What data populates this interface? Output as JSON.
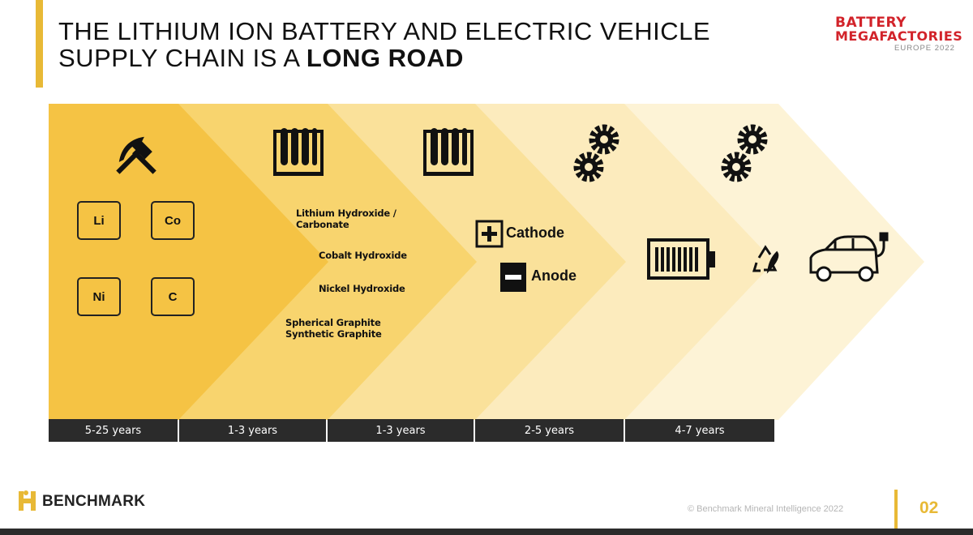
{
  "header": {
    "title_line1": "THE LITHIUM ION BATTERY AND ELECTRIC VEHICLE",
    "title_line2_prefix": "SUPPLY CHAIN IS A ",
    "title_line2_bold": "LONG ROAD"
  },
  "event_logo": {
    "line1": "BATTERY",
    "line2": "MEGAFACTORIES",
    "line3": "EUROPE 2022",
    "color": "#d2232a"
  },
  "colors": {
    "stage1": "#f5c344",
    "stage2": "#f8d46e",
    "stage3": "#fae19a",
    "stage4": "#fcebbd",
    "stage5": "#fdf3d6",
    "accent": "#e8b936",
    "dark": "#2b2b2b"
  },
  "stages": {
    "mining": {
      "icon": "hammer-pick-icon",
      "elements": [
        "Li",
        "Co",
        "Ni",
        "C"
      ]
    },
    "chemicals": {
      "icon": "test-tubes-icon",
      "items": {
        "lithium": "Lithium Hydroxide /",
        "lithium2": "Carbonate",
        "cobalt": "Cobalt Hydroxide",
        "nickel": "Nickel Hydroxide",
        "graphite1": "Spherical Graphite",
        "graphite2": "Synthetic Graphite"
      }
    },
    "components": {
      "icon": "test-tubes-icon",
      "cathode": "Cathode",
      "anode": "Anode"
    },
    "cells": {
      "icon": "gears-icon",
      "product": "battery-icon"
    },
    "vehicles": {
      "icon": "gears-icon",
      "recycle": "recycle-icon",
      "product": "electric-car-icon"
    }
  },
  "timeline": [
    "5-25 years",
    "1-3 years",
    "1-3 years",
    "2-5 years",
    "4-7 years"
  ],
  "footer": {
    "brand": "BENCHMARK",
    "copyright": "© Benchmark Mineral Intelligence 2022",
    "page": "02"
  }
}
